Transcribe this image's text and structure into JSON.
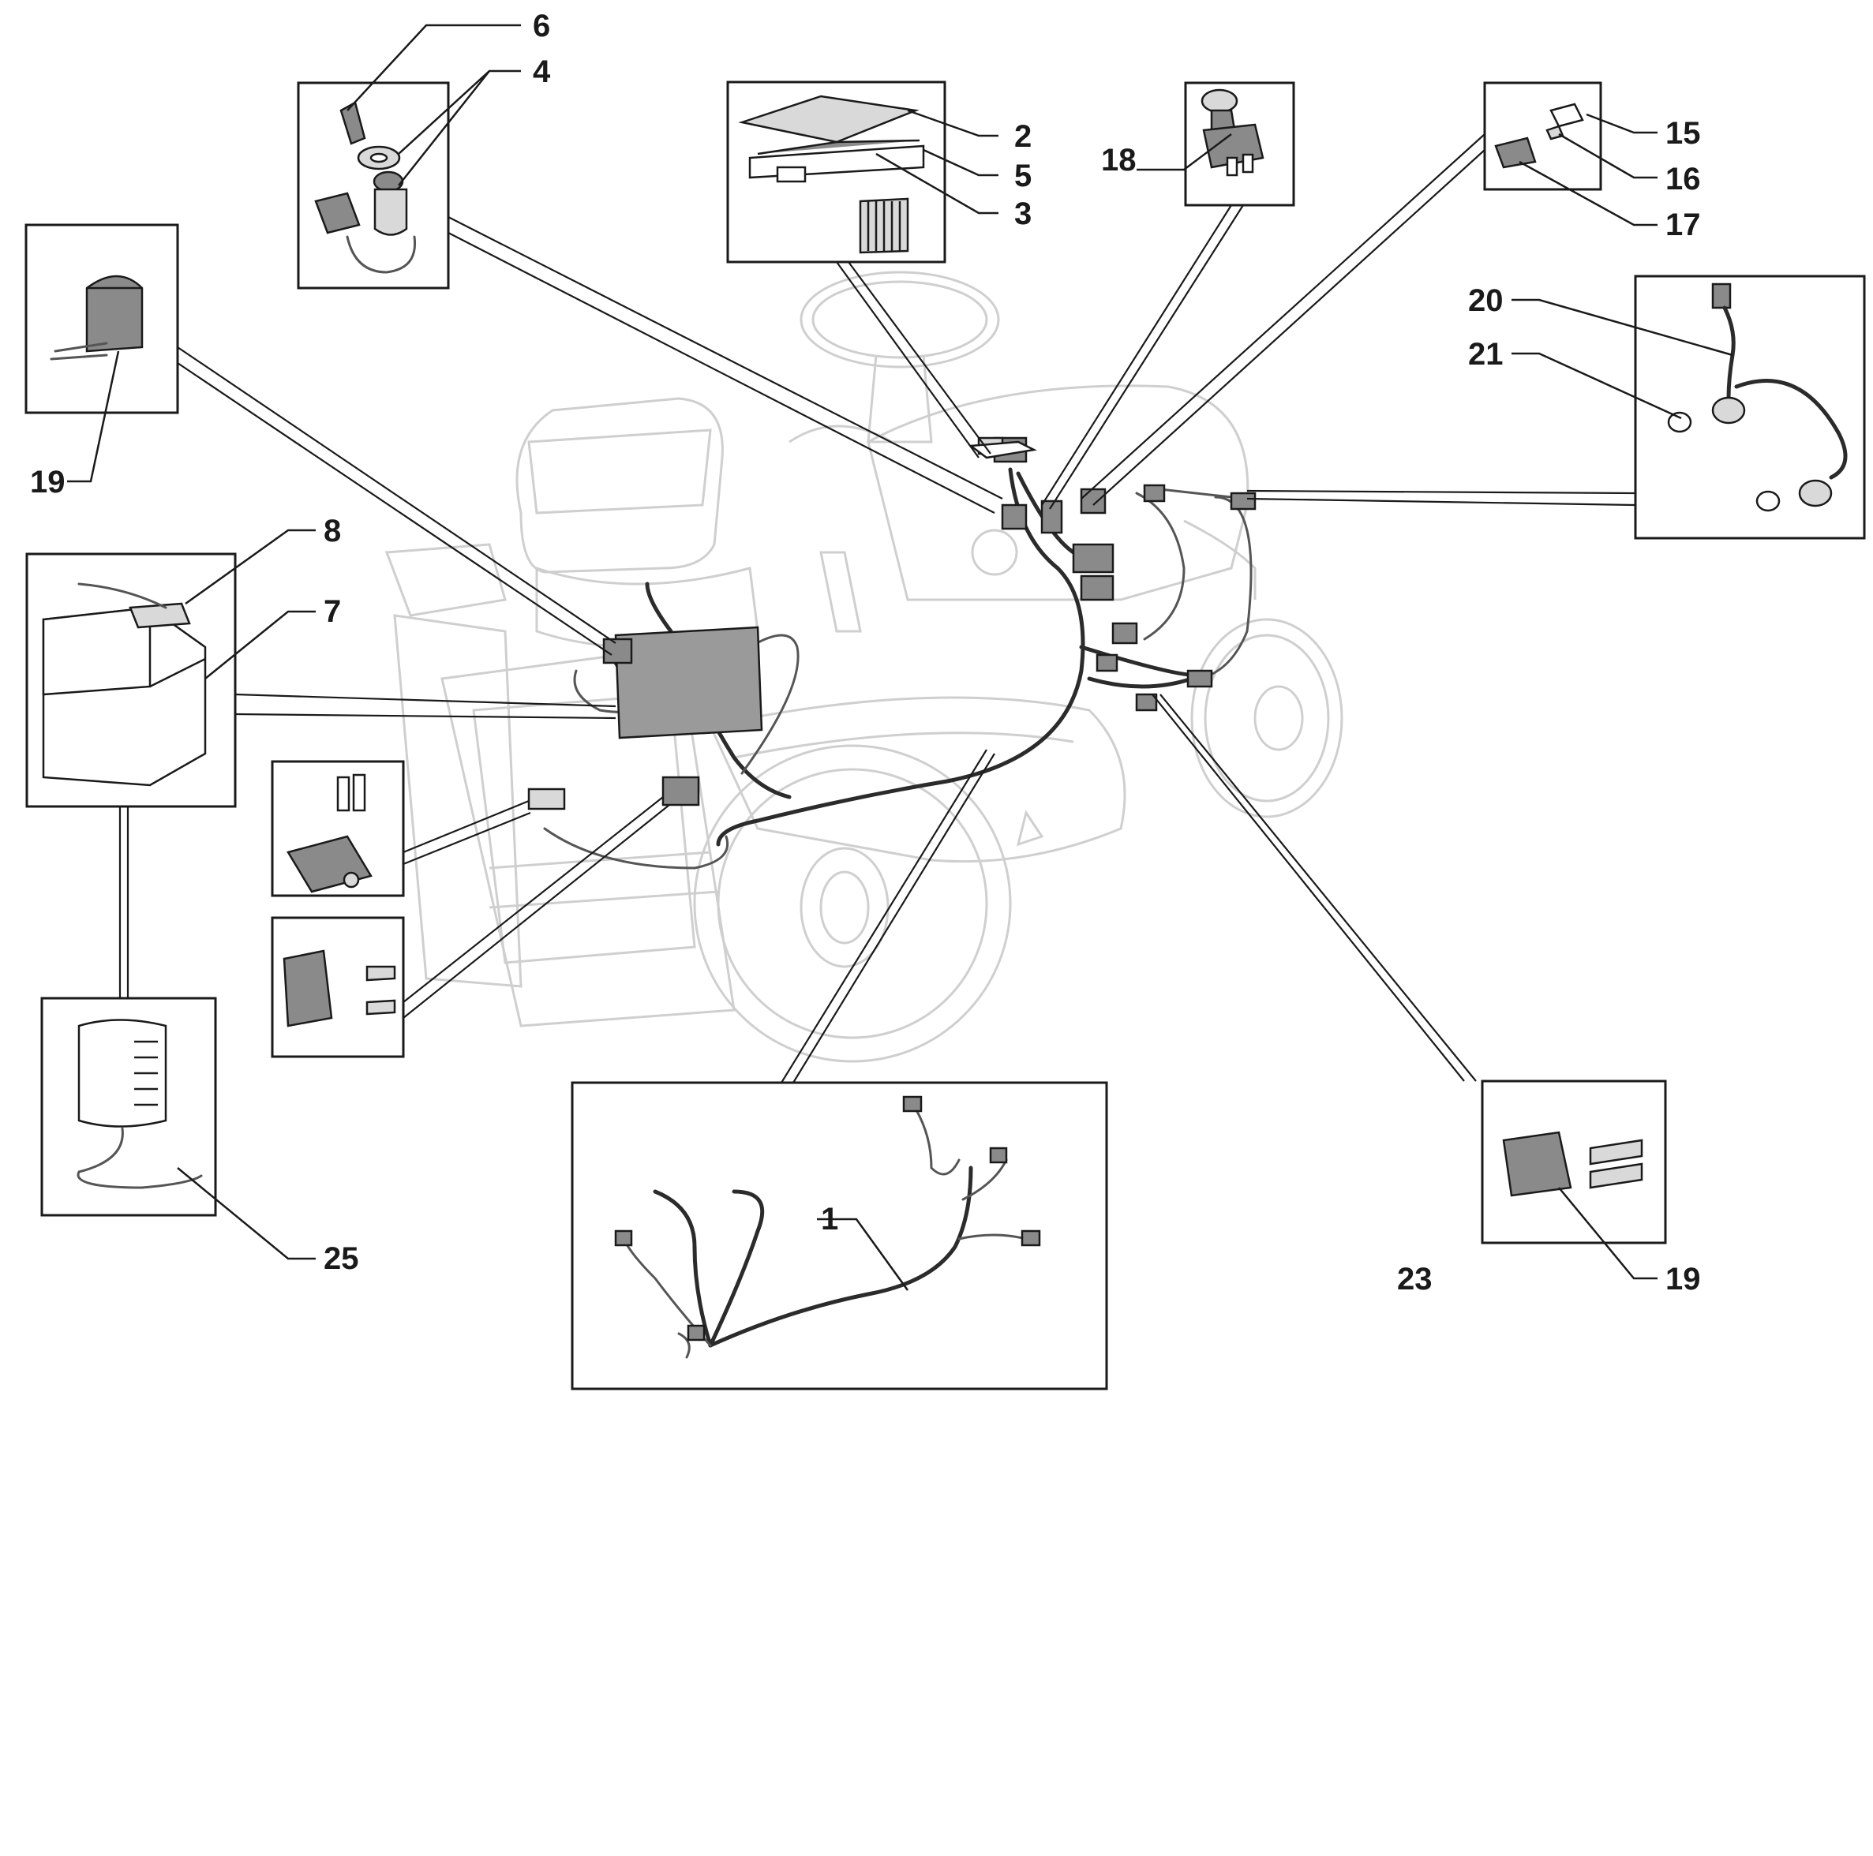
{
  "labels": {
    "l1": "1",
    "l2": "2",
    "l3": "3",
    "l4": "4",
    "l5": "5",
    "l6": "6",
    "l7": "7",
    "l8": "8",
    "l15": "15",
    "l16": "16",
    "l17": "17",
    "l18": "18",
    "l19a": "19",
    "l19b": "19",
    "l20": "20",
    "l21": "21",
    "l23": "23",
    "l25": "25"
  },
  "colors": {
    "line": "#1a1a1a",
    "ghost_outline": "#cfcfcf",
    "part_fill": "#8a8a8a",
    "part_light": "#d9d9d9"
  }
}
